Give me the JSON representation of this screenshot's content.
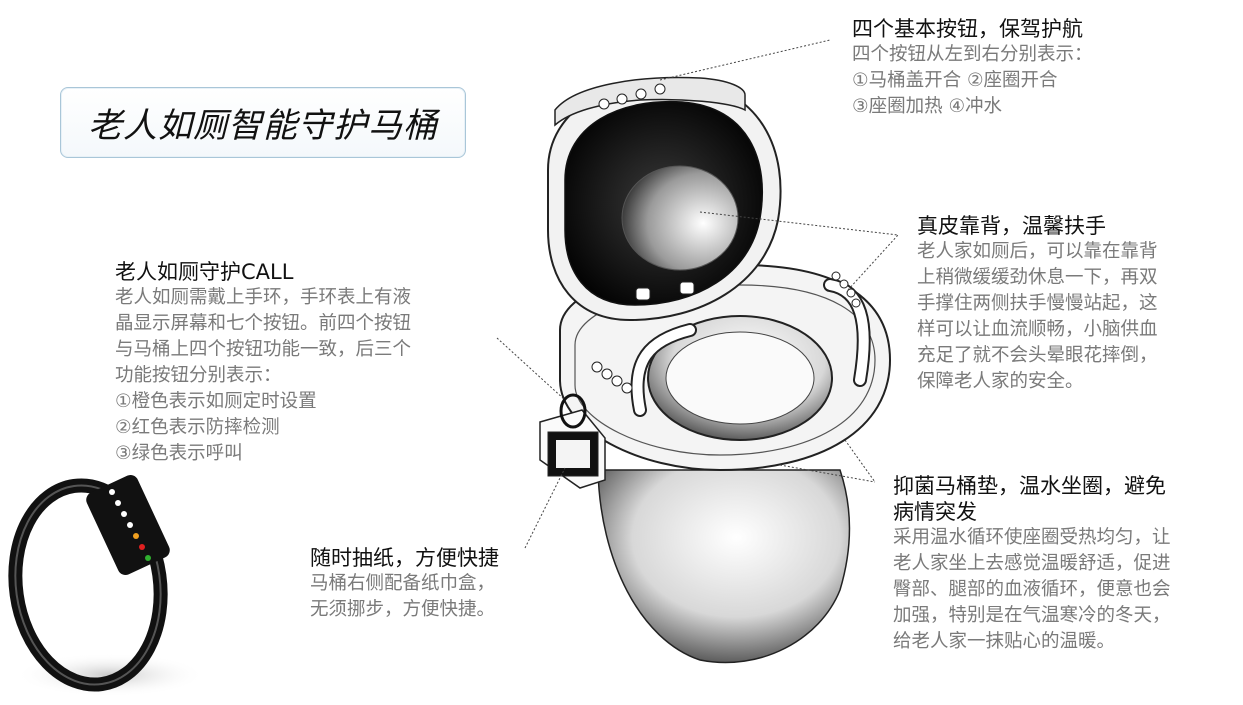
{
  "title": "老人如厕智能守护马桶",
  "annotations": {
    "buttons": {
      "heading": "四个基本按钮，保驾护航",
      "lines": [
        "四个按钮从左到右分别表示：",
        "①马桶盖开合   ②座圈开合",
        "③座圈加热       ④冲水"
      ]
    },
    "backrest": {
      "heading": "真皮靠背，温馨扶手",
      "lines": [
        "老人家如厕后，可以靠在靠背",
        "上稍微缓缓劲休息一下，再双",
        "手撑住两侧扶手慢慢站起，这",
        "样可以让血流顺畅，小脑供血",
        "充足了就不会头晕眼花摔倒，",
        "保障老人家的安全。"
      ]
    },
    "call": {
      "heading": "老人如厕守护CALL",
      "lines": [
        "老人如厕需戴上手环，手环表上有液",
        "晶显示屏幕和七个按钮。前四个按钮",
        "与马桶上四个按钮功能一致，后三个",
        "功能按钮分别表示：",
        "①橙色表示如厕定时设置",
        "②红色表示防摔检测",
        "③绿色表示呼叫"
      ]
    },
    "tissue": {
      "heading": "随时抽纸，方便快捷",
      "lines": [
        "马桶右侧配备纸巾盒，",
        "无须挪步，方便快捷。"
      ]
    },
    "seat": {
      "heading_lines": [
        "抑菌马桶垫，温水坐圈，避免",
        "病情突发"
      ],
      "lines": [
        "采用温水循环使座圈受热均匀，让",
        "老人家坐上去感觉温暖舒适，促进",
        "臀部、腿部的血液循环，便意也会",
        "加强，特别是在气温寒冷的冬天，",
        "给老人家一抹贴心的温暖。"
      ]
    }
  },
  "colors": {
    "heading": "#111111",
    "body": "#7a7a7a",
    "title_border": "#a9c6d8",
    "band_led_orange": "#f0a020",
    "band_led_red": "#e02020",
    "band_led_green": "#30b030"
  },
  "illustrations": [
    "smart-toilet-illustration",
    "wristband-illustration"
  ]
}
